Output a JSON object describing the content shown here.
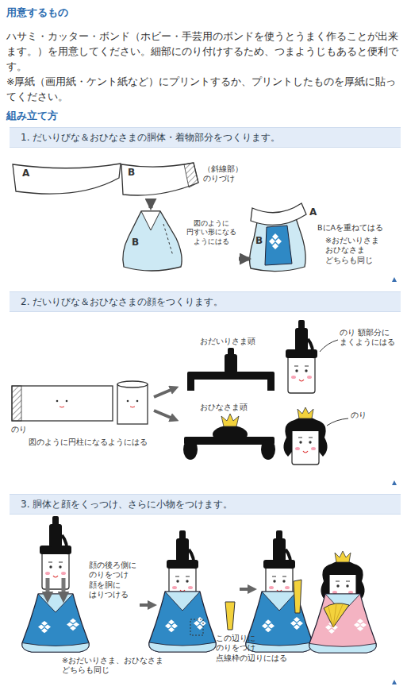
{
  "diagram": {
    "nodes": [
      {
        "text": [
          "1. だいりびな＆おひなさまの胴体・着物部分をつくります。"
        ]
      },
      {
        "text": [
          "A"
        ]
      },
      {
        "text": [
          "B"
        ]
      },
      {
        "text": [
          "B",
          "図のように 円すい形になる ようにはる"
        ]
      },
      {
        "text": [
          "B",
          "A"
        ]
      },
      {
        "text": [
          "2. だいりびな＆おひなさまの顔をつくります。"
        ]
      },
      {
        "text": [
          "3. 胴体と顔をくっつけ、さらに小物をつけます。"
        ]
      }
    ],
    "edges": [
      {
        "from": 2,
        "to": 3,
        "arrow": "to"
      },
      {
        "from": 3,
        "to": 4,
        "arrow": "to"
      }
    ],
    "labels": [
      "用意するもの",
      "ハサミ・カッター・ボンド（ホビー・手芸用のボンドを使うとうまく作ることが出来ます。）を用意してください。細部にのり付けするため、つまようじもあると便利です。",
      "※厚紙（画用紙・ケント紙など）にプリントするか、プリントしたものを厚紙に貼ってください。",
      "組み立て方",
      "（斜線部） のりづけ",
      "BにAを重ねてはる",
      "※おだいりさま おひなさま どちらも同じ",
      "のり",
      "図のように円柱になるようにはる",
      "おだいりさま頭",
      "おひなさま頭",
      "のり 額部分に まくようにはる",
      "のり",
      "顔の後ろ側に のりをつけ 顔を胴に はりつける",
      "この辺りに のりをつけ 点線枠の辺りにはる",
      "※おだいりさま、おひなさま どちらも同じ"
    ]
  }
}
